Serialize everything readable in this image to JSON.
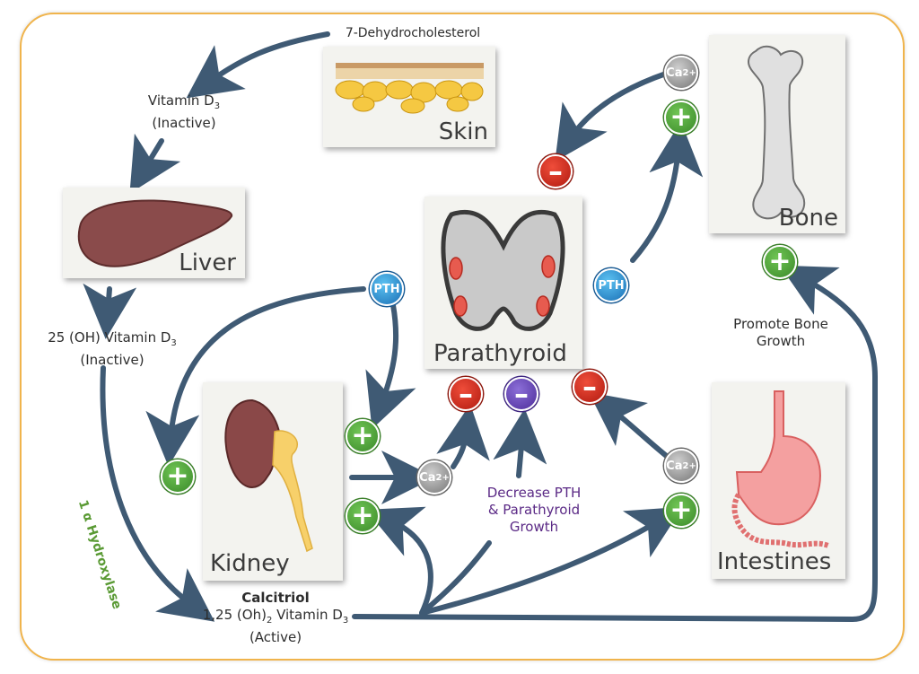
{
  "labels": {
    "dehydro": "7-Dehydrocholesterol",
    "vitd3_line1": "Vitamin D",
    "vitd3_sub": "3",
    "vitd3_line2": "(Inactive)",
    "oh_line1": "25 (OH) Vitamin D",
    "oh_sub": "3",
    "oh_line2": "(Inactive)",
    "hydroxylase": "1 α Hydroxylase",
    "calcitriol_title": "Calcitriol",
    "calcitriol_line1a": "1,25 (Oh)",
    "calcitriol_sub1": "2",
    "calcitriol_line1b": " Vitamin D",
    "calcitriol_sub2": "3",
    "calcitriol_line2": "(Active)",
    "decrease_line1": "Decrease PTH",
    "decrease_line2": "& Parathyroid",
    "decrease_line3": "Growth",
    "promote_line1": "Promote Bone",
    "promote_line2": "Growth"
  },
  "organs": {
    "skin": "Skin",
    "liver": "Liver",
    "kidney": "Kidney",
    "parathyroid": "Parathyroid",
    "bone": "Bone",
    "intestines": "Intestines"
  },
  "badges": {
    "plus": "+",
    "minus": "–",
    "pth": "PTH",
    "ca": "Ca",
    "ca_sup": "2+"
  },
  "colors": {
    "arrow": "#3f5a74",
    "frame": "#f0b44c",
    "hydroxylase": "#5a9a34",
    "decrease": "#5b2a86"
  }
}
